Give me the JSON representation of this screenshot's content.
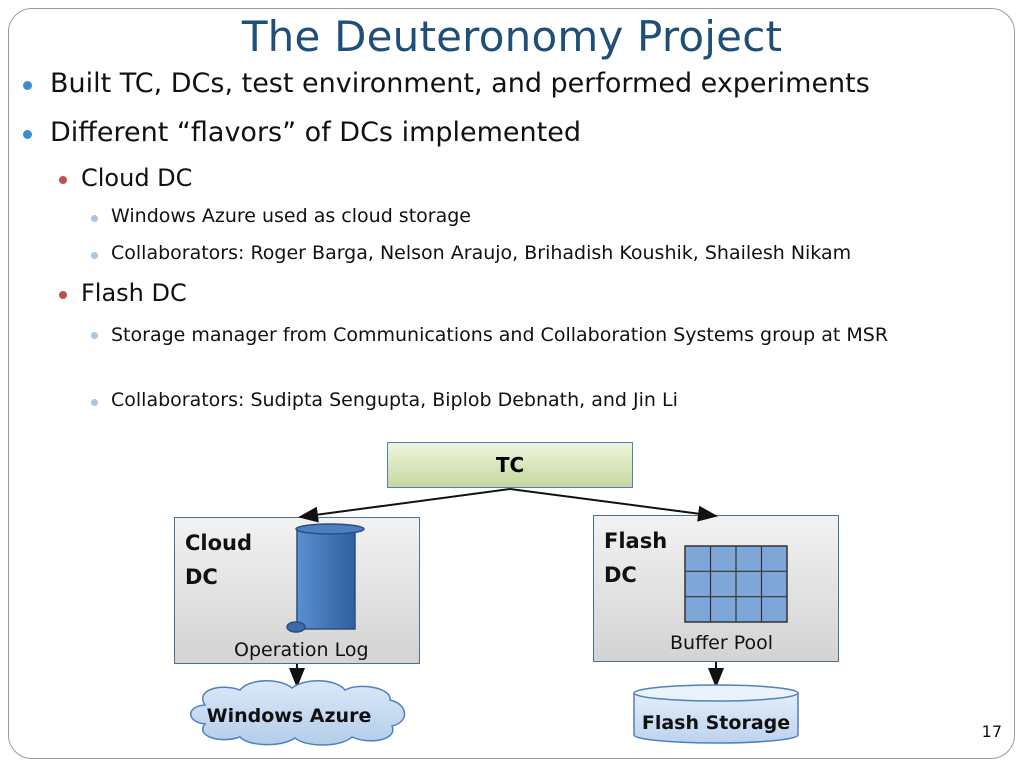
{
  "slide": {
    "title": "The Deuteronomy Project",
    "page_number": "17"
  },
  "bullets": {
    "b1": "Built TC, DCs, test environment, and performed experiments",
    "b2": "Different “flavors” of DCs implemented",
    "cloud_dc": "Cloud DC",
    "cloud_sub1": "Windows Azure used as cloud storage",
    "cloud_sub2": "Collaborators: Roger Barga, Nelson Araujo, Brihadish Koushik, Shailesh Nikam",
    "flash_dc": "Flash DC",
    "flash_sub1": "Storage manager from Communications and Collaboration Systems group at MSR",
    "flash_sub2": "Collaborators: Sudipta Sengupta, Biplob Debnath, and Jin Li"
  },
  "diagram": {
    "tc_label": "TC",
    "cloud_dc_line1": "Cloud",
    "cloud_dc_line2": "DC",
    "operation_log": "Operation Log",
    "flash_dc_line1": "Flash",
    "flash_dc_line2": "DC",
    "buffer_pool": "Buffer Pool",
    "windows_azure": "Windows Azure",
    "flash_storage": "Flash Storage"
  },
  "colors": {
    "title": "#1f4e79",
    "level1_bullet": "#3a8fd1",
    "level2_bullet": "#c0504d",
    "level3_bullet": "#a9c6e6",
    "shape_blue": "#4f81bd",
    "tc_fill": "#d7e4bc",
    "azure_fill": "#c9ddf2"
  }
}
